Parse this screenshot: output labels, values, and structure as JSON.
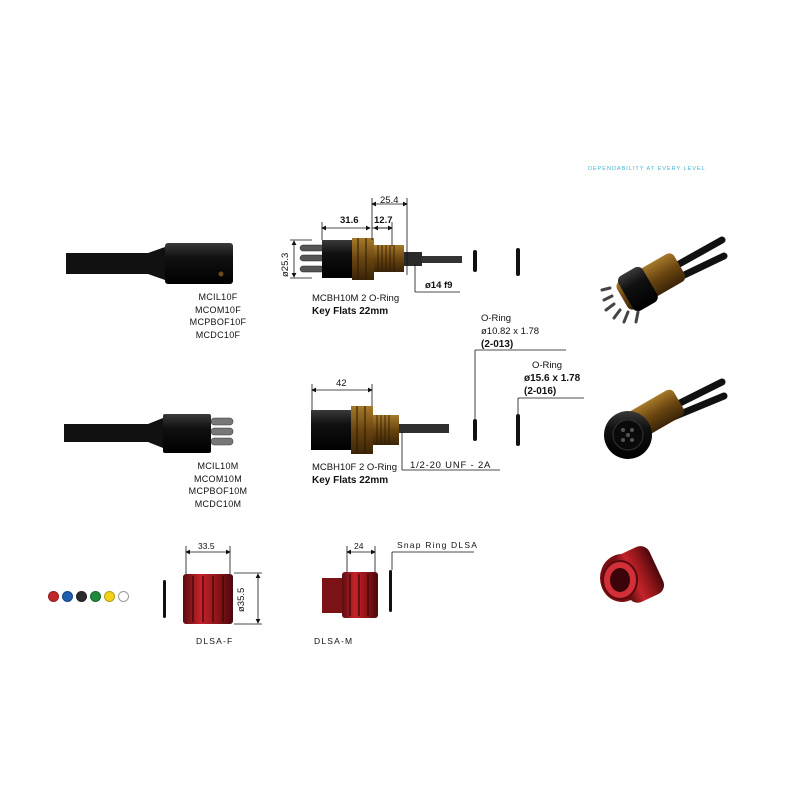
{
  "tagline": "DEPENDABILITY AT EVERY LEVEL",
  "cable_female": {
    "part_numbers": [
      "MCIL10F",
      "MCOM10F",
      "MCPBOF10F",
      "MCDC10F"
    ]
  },
  "cable_male": {
    "part_numbers": [
      "MCIL10M",
      "MCOM10M",
      "MCPBOF10M",
      "MCDC10M"
    ]
  },
  "bulkhead_male": {
    "model_label": "MCBH10M 2 O-Ring",
    "key_flats": "Key Flats 22mm",
    "dims": {
      "total": "25.4",
      "left": "31.6",
      "right": "12.7",
      "height": "ø25.3",
      "thread": "ø14 f9"
    }
  },
  "bulkhead_female": {
    "model_label": "MCBH10F 2 O-Ring",
    "key_flats": "Key Flats 22mm",
    "dims": {
      "width": "42",
      "thread": "1/2-20 UNF - 2A"
    }
  },
  "oring_small": {
    "title": "O-Ring",
    "size": "ø10.82 x 1.78",
    "code": "(2-013)"
  },
  "oring_large": {
    "title": "O-Ring",
    "size": "ø15.6 x 1.78",
    "code": "(2-016)"
  },
  "sleeve_female": {
    "label": "DLSA-F",
    "width": "33.5",
    "height": "ø35.5"
  },
  "sleeve_male": {
    "label": "DLSA-M",
    "width": "24",
    "snap_ring": "Snap Ring DLSA"
  },
  "color_options": [
    "#c0282a",
    "#1f5fae",
    "#2b2b2b",
    "#1f8a3c",
    "#f2d21b",
    "#ffffff"
  ],
  "colors": {
    "body": "#181818",
    "brass": "#7a5418",
    "sleeve": "#b01c22",
    "tagline": "#48b4d0"
  },
  "icons": [
    "cable-female-icon",
    "cable-male-icon",
    "bulkhead-male-icon",
    "bulkhead-female-icon",
    "sleeve-female-icon",
    "sleeve-male-icon",
    "connector-render-icon",
    "sleeve-render-icon"
  ]
}
